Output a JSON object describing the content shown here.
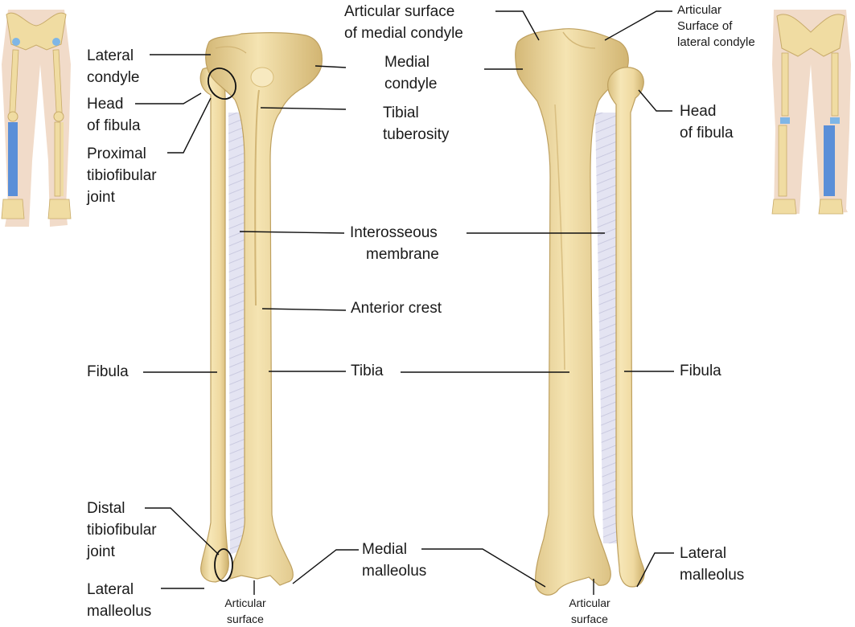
{
  "colors": {
    "bone": "#f0dca2",
    "bone_shadow": "#d8bd7a",
    "bone_edge": "#bea05f",
    "membrane": "#e4e4f2",
    "fiber": "#b8b8d4",
    "leader": "#111111",
    "highlight": "#5a8fd8",
    "skin": "#efd5c0"
  },
  "anterior_labels": {
    "lateral_condyle": [
      "Lateral",
      "condyle"
    ],
    "head_of_fibula": [
      "Head",
      "of fibula"
    ],
    "proximal_tibiofibular_joint": [
      "Proximal",
      "tibiofibular",
      "joint"
    ],
    "fibula": "Fibula",
    "distal_tibiofibular_joint": [
      "Distal",
      "tibiofibular",
      "joint"
    ],
    "lateral_malleolus": [
      "Lateral",
      "malleolus"
    ],
    "articular_surface": [
      "Articular",
      "surface"
    ]
  },
  "center_labels": {
    "articular_surface_medial_condyle": [
      "Articular surface",
      "of medial condyle"
    ],
    "medial_condyle": [
      "Medial",
      "condyle"
    ],
    "tibial_tuberosity": [
      "Tibial",
      "tuberosity"
    ],
    "interosseous_membrane": [
      "Interosseous",
      "membrane"
    ],
    "anterior_crest": "Anterior crest",
    "tibia": "Tibia",
    "medial_malleolus": [
      "Medial",
      "malleolus"
    ]
  },
  "posterior_labels": {
    "articular_surface_lateral_condyle": [
      "Articular",
      "Surface of",
      "lateral condyle"
    ],
    "head_of_fibula": [
      "Head",
      "of fibula"
    ],
    "fibula": "Fibula",
    "lateral_malleolus": [
      "Lateral",
      "malleolus"
    ],
    "articular_surface": [
      "Articular",
      "surface"
    ]
  }
}
